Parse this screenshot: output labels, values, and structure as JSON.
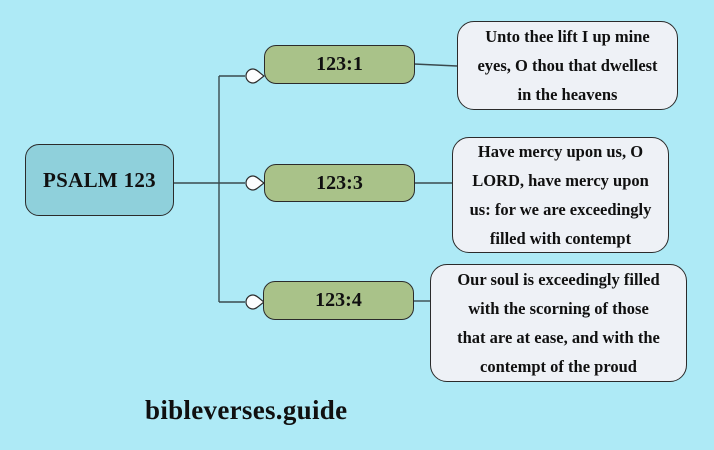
{
  "root": {
    "label": "PSALM 123"
  },
  "nodes": [
    {
      "label": "123:1"
    },
    {
      "label": "123:3"
    },
    {
      "label": "123:4"
    }
  ],
  "verses": [
    {
      "lines": [
        "Unto thee lift I up mine",
        "eyes, O thou that dwellest",
        "in the heavens"
      ]
    },
    {
      "lines": [
        "Have mercy upon us, O",
        "LORD, have mercy upon",
        "us: for we are exceedingly",
        "filled with contempt"
      ]
    },
    {
      "lines": [
        "Our soul is exceedingly filled",
        "with the scorning of those",
        "that are at ease, and with the",
        "contempt of the proud"
      ]
    }
  ],
  "footer": {
    "site_label": "bibleverses.guide"
  },
  "colors": {
    "background": "#aeeaf6",
    "root_fill": "#8fd0db",
    "node_fill": "#a9c289",
    "box_fill": "#eef1f6",
    "line": "#3a4a4e",
    "border": "#2b2b2b",
    "text": "#101010"
  }
}
